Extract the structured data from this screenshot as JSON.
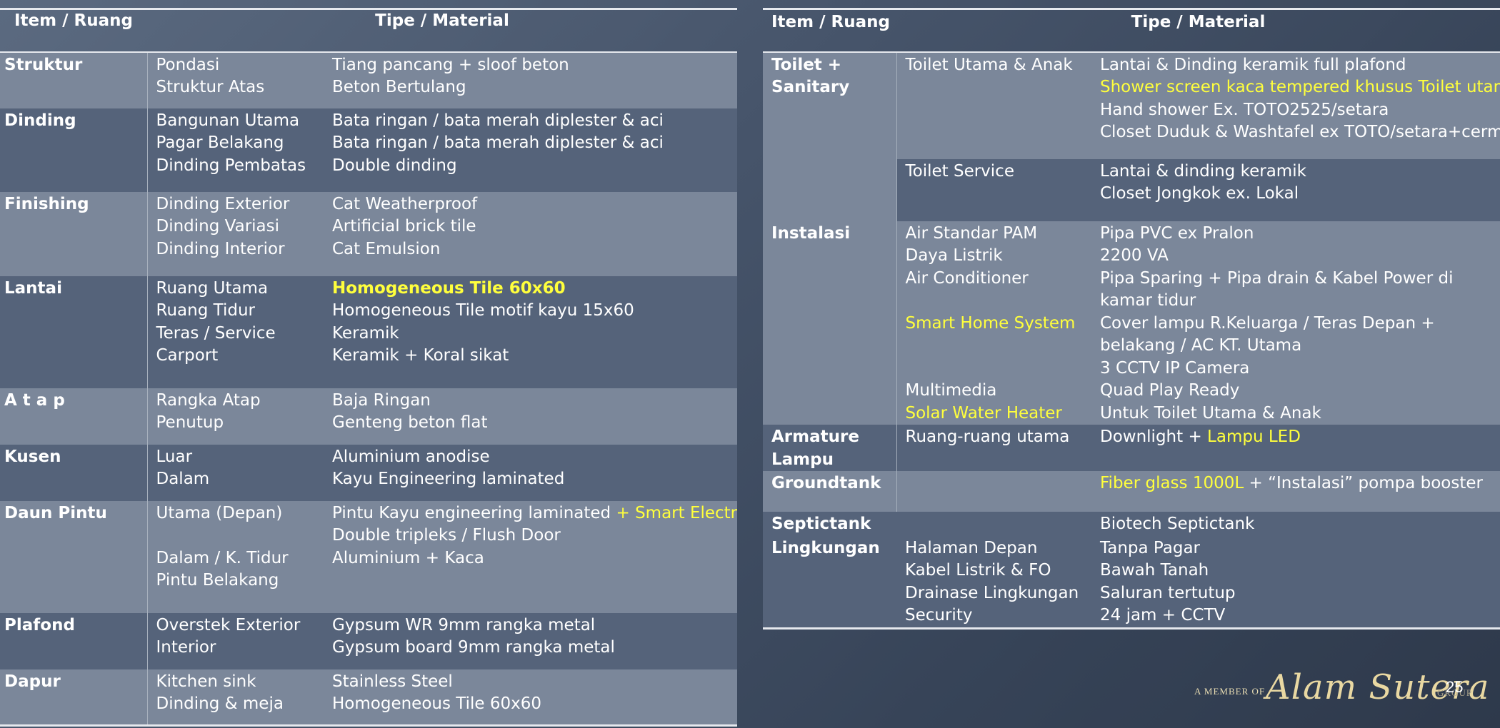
{
  "header": {
    "col_item": "Item / Ruang",
    "col_type": "Tipe / Material"
  },
  "left": [
    {
      "cat": "Struktur",
      "items": [
        "Pondasi",
        "Struktur Atas"
      ],
      "types": [
        "Tiang pancang + sloof beton",
        "Beton Bertulang"
      ]
    },
    {
      "cat": "Dinding",
      "items": [
        "Bangunan Utama",
        "Pagar Belakang",
        "Dinding Pembatas"
      ],
      "types": [
        "Bata ringan / bata merah diplester & aci",
        "Bata ringan / bata merah diplester & aci",
        "Double dinding"
      ]
    },
    {
      "cat": "Finishing",
      "items": [
        "Dinding Exterior",
        "Dinding Variasi",
        "Dinding Interior"
      ],
      "types": [
        "Cat Weatherproof",
        "Artificial brick tile",
        "Cat Emulsion"
      ]
    },
    {
      "cat": "Lantai",
      "items": [
        "Ruang Utama",
        "Ruang Tidur",
        "Teras / Service",
        "Carport"
      ],
      "types": [
        "Homogeneous Tile 60x60",
        "Homogeneous Tile motif kayu 15x60",
        "Keramik",
        "Keramik + Koral sikat"
      ]
    },
    {
      "cat": "A t a p",
      "items": [
        "Rangka Atap",
        "Penutup"
      ],
      "types": [
        "Baja Ringan",
        "Genteng beton flat"
      ]
    },
    {
      "cat": "Kusen",
      "items": [
        "Luar",
        "Dalam"
      ],
      "types": [
        "Aluminium anodise",
        "Kayu Engineering laminated"
      ]
    },
    {
      "cat": "Daun Pintu",
      "items": [
        "Utama (Depan)",
        "Dalam / K. Tidur",
        "Pintu Belakang"
      ],
      "types": [
        "Pintu Kayu engineering laminated",
        "+ Smart Electronic Lock",
        "Double tripleks / Flush Door",
        "Aluminium + Kaca"
      ]
    },
    {
      "cat": "Plafond",
      "items": [
        "Overstek Exterior",
        "Interior"
      ],
      "types": [
        "Gypsum WR 9mm rangka metal",
        "Gypsum board 9mm rangka metal"
      ]
    },
    {
      "cat": "Dapur",
      "items": [
        "Kitchen sink",
        "Dinding & meja"
      ],
      "types": [
        "Stainless Steel",
        "Homogeneous Tile 60x60"
      ]
    }
  ],
  "right": {
    "toilet": {
      "cat": "Toilet + Sanitary",
      "main_item": "Toilet Utama & Anak",
      "main_types": [
        "Lantai & Dinding keramik full plafond",
        "Shower screen kaca tempered khusus Toilet utama",
        "Hand shower Ex. TOTO2525/setara",
        "Closet Duduk & Washtafel ex TOTO/setara+cermin"
      ],
      "service_item": "Toilet Service",
      "service_types": [
        "Lantai & dinding keramik",
        "Closet Jongkok ex. Lokal"
      ]
    },
    "instalasi": {
      "cat": "Instalasi",
      "items": [
        "Air Standar PAM",
        "Daya Listrik",
        "Air Conditioner",
        "Smart Home System",
        "Multimedia",
        "Solar Water Heater"
      ],
      "types": [
        "Pipa PVC ex Pralon",
        "2200 VA",
        "Pipa Sparing + Pipa drain & Kabel Power di kamar tidur",
        "Cover lampu R.Keluarga / Teras Depan + belakang / AC KT. Utama",
        "3 CCTV IP Camera",
        "Quad Play Ready",
        "Untuk Toilet Utama & Anak"
      ]
    },
    "armature": {
      "cat": "Armature Lampu",
      "item": "Ruang-ruang utama",
      "type_a": "Downlight +",
      "type_b": "Lampu LED"
    },
    "groundtank": {
      "cat": "Groundtank",
      "type_a": "Fiber glass 1000L",
      "type_b": "+ “Instalasi” pompa booster"
    },
    "septictank": {
      "cat": "Septictank",
      "type": "Biotech Septictank"
    },
    "lingkungan": {
      "cat": "Lingkungan",
      "items": [
        "Halaman Depan",
        "Kabel Listrik & FO",
        "Drainase Lingkungan",
        "Security"
      ],
      "types": [
        "Tanpa Pagar",
        "Bawah Tanah",
        "Saluran tertutup",
        "24 jam + CCTV"
      ]
    }
  },
  "footer": {
    "member_of": "A MEMBER OF",
    "brand": "Alam Sutera",
    "group": "GROUP",
    "page": "25"
  }
}
